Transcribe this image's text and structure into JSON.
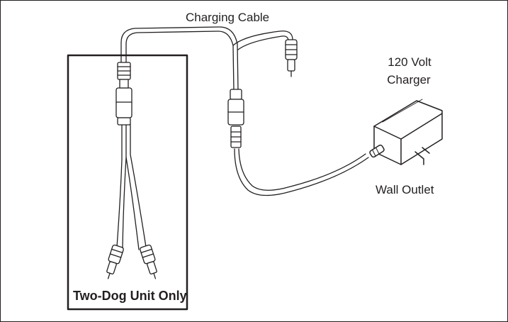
{
  "labels": {
    "charging_cable": "Charging Cable",
    "charger_line1": "120 Volt",
    "charger_line2": "Charger",
    "wall_outlet": "Wall Outlet",
    "two_dog": "Two-Dog Unit Only"
  },
  "colors": {
    "ink": "#231f20",
    "fill": "#ffffff",
    "shade": "#d8d8d8"
  }
}
